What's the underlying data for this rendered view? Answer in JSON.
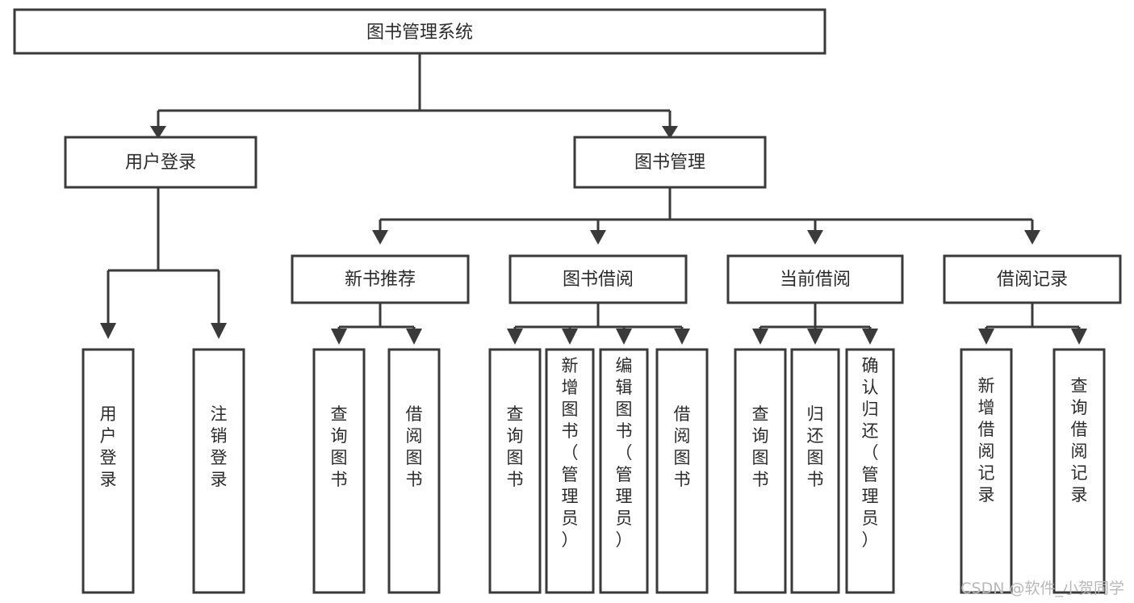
{
  "diagram": {
    "title": "图书管理系统",
    "type": "tree-hierarchy-diagram",
    "watermark": "CSDN @软件_小贺同学",
    "colors": {
      "box_stroke": "#3a3a3a",
      "box_fill": "#ffffff",
      "text": "#2b2b2b",
      "connector": "#3a3a3a",
      "background": "#ffffff",
      "watermark": "#b8b8b8"
    },
    "root": {
      "label": "图书管理系统"
    },
    "level2": [
      {
        "label": "用户登录"
      },
      {
        "label": "图书管理"
      }
    ],
    "level3": [
      {
        "label": "新书推荐"
      },
      {
        "label": "图书借阅"
      },
      {
        "label": "当前借阅"
      },
      {
        "label": "借阅记录"
      }
    ],
    "leaves": {
      "user_login": [
        {
          "label": "用户登录"
        },
        {
          "label": "注销登录"
        }
      ],
      "new_book_recommend": [
        {
          "label": "查询图书"
        },
        {
          "label": "借阅图书"
        }
      ],
      "book_borrow": [
        {
          "label": "查询图书"
        },
        {
          "label": "新增图书（管理员）"
        },
        {
          "label": "编辑图书（管理员）"
        },
        {
          "label": "借阅图书"
        }
      ],
      "current_borrow": [
        {
          "label": "查询图书"
        },
        {
          "label": "归还图书"
        },
        {
          "label": "确认归还（管理员）"
        }
      ],
      "borrow_record": [
        {
          "label": "新增借阅记录"
        },
        {
          "label": "查询借阅记录"
        }
      ]
    }
  }
}
